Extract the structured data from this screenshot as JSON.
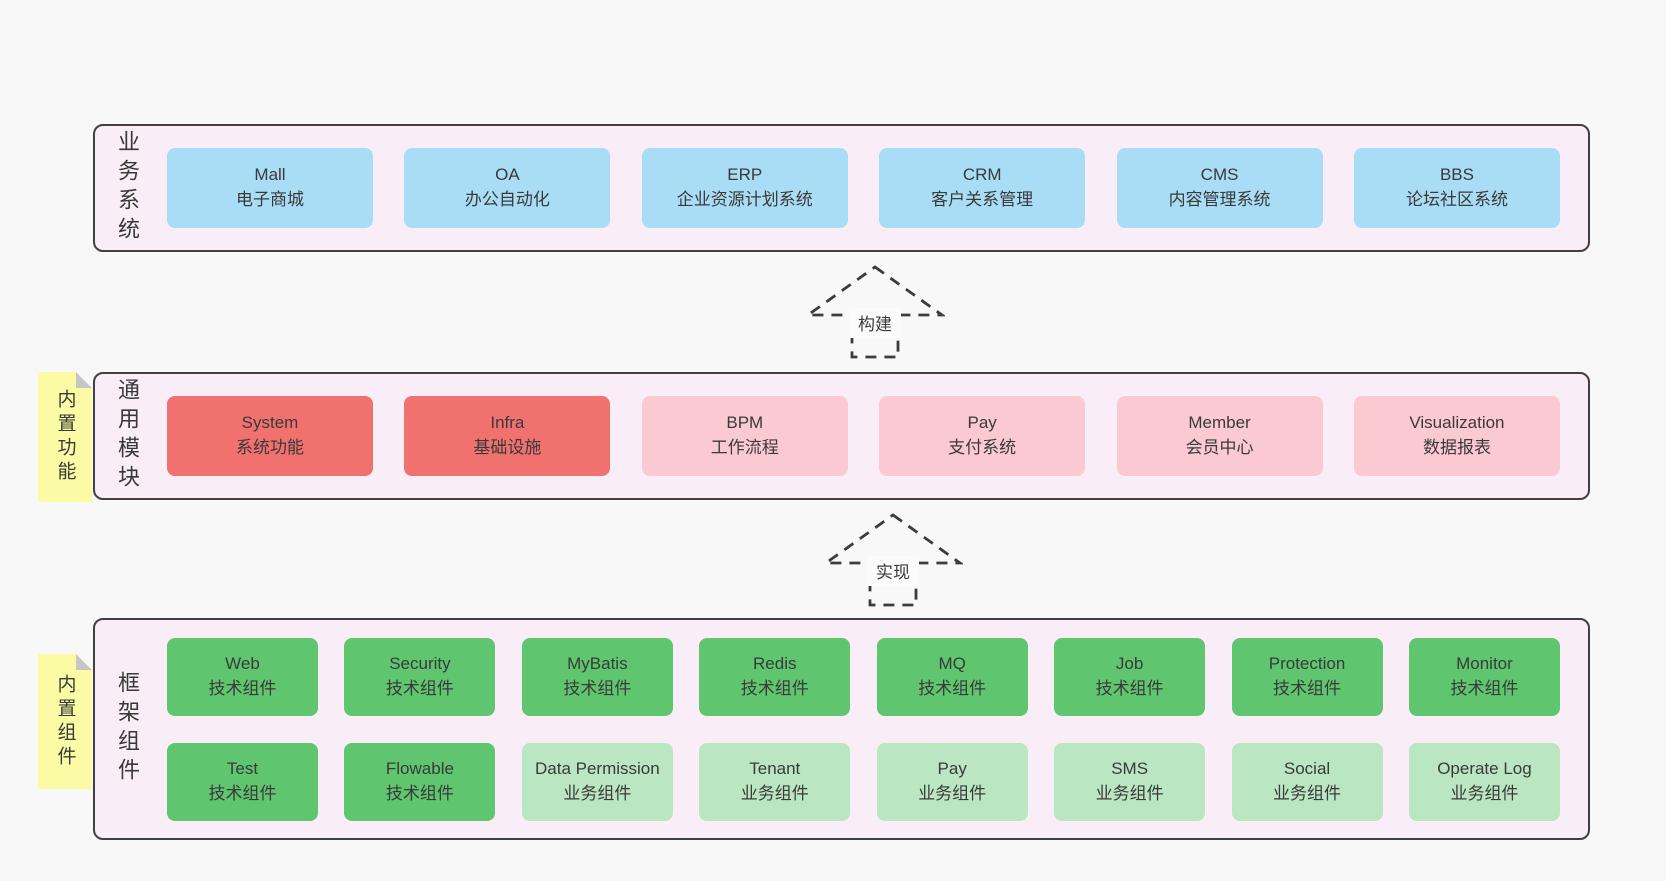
{
  "diagram": {
    "layers": [
      {
        "label": "业务系统",
        "boxes": [
          {
            "title": "Mall",
            "subtitle": "电子商城"
          },
          {
            "title": "OA",
            "subtitle": "办公自动化"
          },
          {
            "title": "ERP",
            "subtitle": "企业资源计划系统"
          },
          {
            "title": "CRM",
            "subtitle": "客户关系管理"
          },
          {
            "title": "CMS",
            "subtitle": "内容管理系统"
          },
          {
            "title": "BBS",
            "subtitle": "论坛社区系统"
          }
        ]
      },
      {
        "label": "通用模块",
        "sticky": "内置功能",
        "boxes": [
          {
            "title": "System",
            "subtitle": "系统功能"
          },
          {
            "title": "Infra",
            "subtitle": "基础设施"
          },
          {
            "title": "BPM",
            "subtitle": "工作流程"
          },
          {
            "title": "Pay",
            "subtitle": "支付系统"
          },
          {
            "title": "Member",
            "subtitle": "会员中心"
          },
          {
            "title": "Visualization",
            "subtitle": "数据报表"
          }
        ]
      },
      {
        "label": "框架组件",
        "sticky": "内置组件",
        "rows": [
          [
            {
              "title": "Web",
              "subtitle": "技术组件"
            },
            {
              "title": "Security",
              "subtitle": "技术组件"
            },
            {
              "title": "MyBatis",
              "subtitle": "技术组件"
            },
            {
              "title": "Redis",
              "subtitle": "技术组件"
            },
            {
              "title": "MQ",
              "subtitle": "技术组件"
            },
            {
              "title": "Job",
              "subtitle": "技术组件"
            },
            {
              "title": "Protection",
              "subtitle": "技术组件"
            },
            {
              "title": "Monitor",
              "subtitle": "技术组件"
            }
          ],
          [
            {
              "title": "Test",
              "subtitle": "技术组件"
            },
            {
              "title": "Flowable",
              "subtitle": "技术组件"
            },
            {
              "title": "Data Permission",
              "subtitle": "业务组件"
            },
            {
              "title": "Tenant",
              "subtitle": "业务组件"
            },
            {
              "title": "Pay",
              "subtitle": "业务组件"
            },
            {
              "title": "SMS",
              "subtitle": "业务组件"
            },
            {
              "title": "Social",
              "subtitle": "业务组件"
            },
            {
              "title": "Operate Log",
              "subtitle": "业务组件"
            }
          ]
        ]
      }
    ],
    "arrows": [
      {
        "label": "构建"
      },
      {
        "label": "实现"
      }
    ],
    "colors": {
      "business_box_blue": "#a9dcf5",
      "core_module_red": "#f0716e",
      "module_pink": "#fbc9d2",
      "tech_component_green": "#5fc56f",
      "biz_component_light_green": "#bae6c1",
      "sticky_yellow": "#fcfba5",
      "container_fill": "#f9edf7",
      "border_dark": "#404040"
    }
  }
}
